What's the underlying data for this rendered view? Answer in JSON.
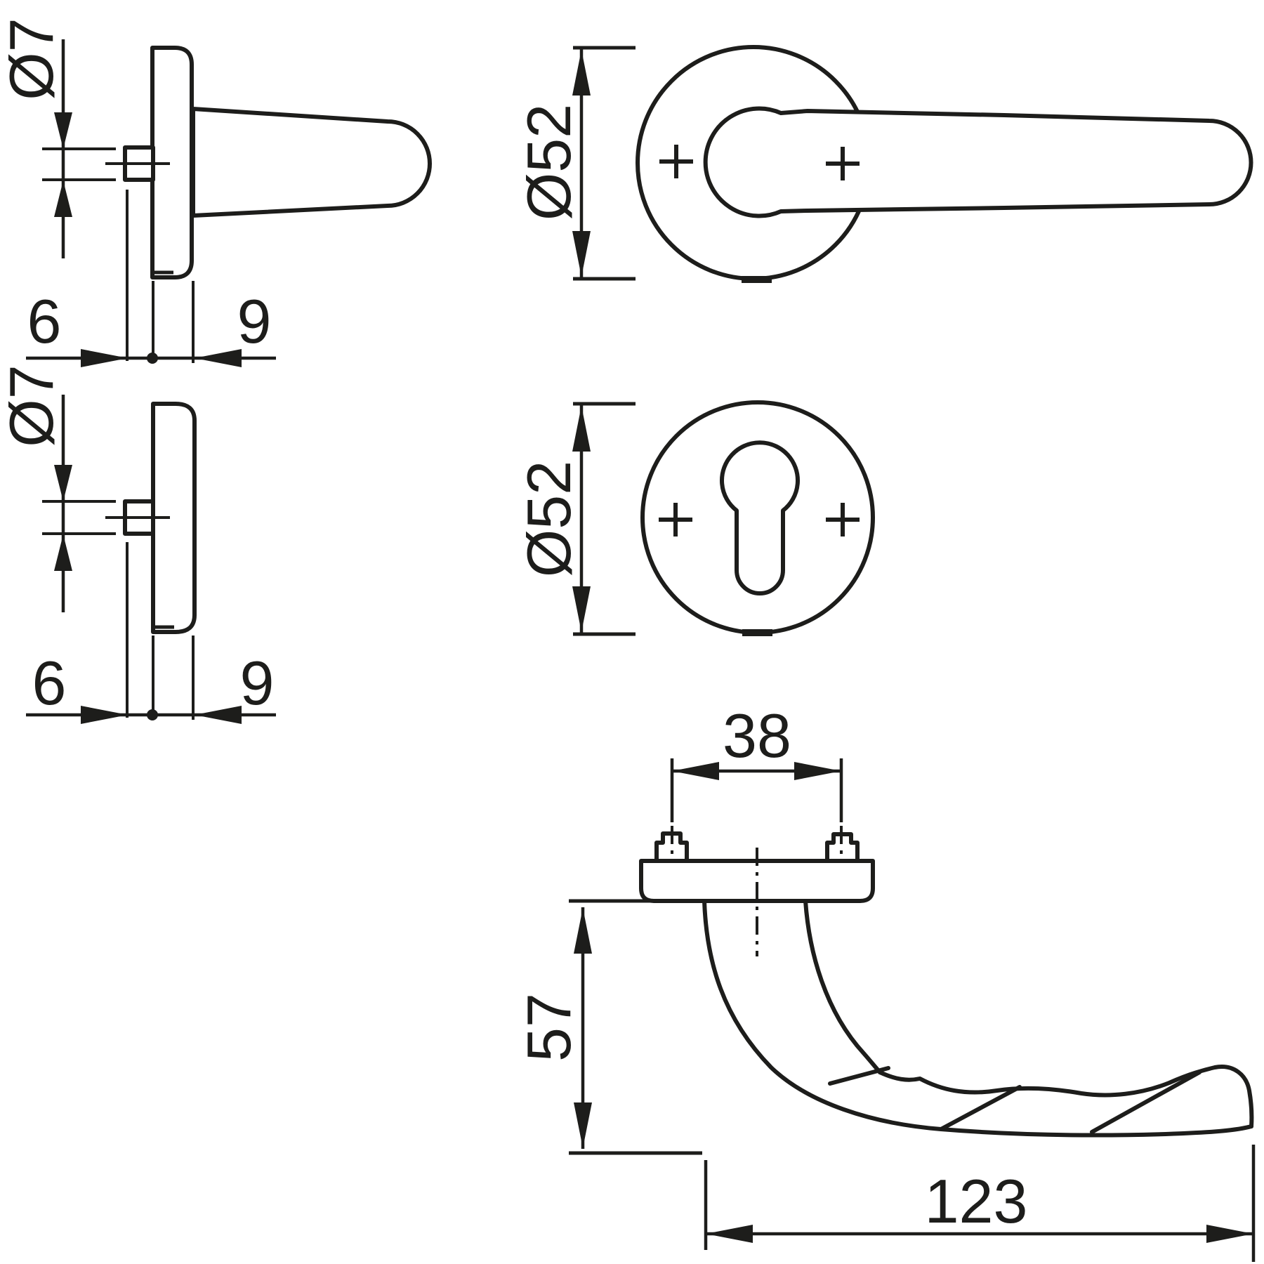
{
  "style": {
    "line_color": "#1d1d1b",
    "background": "#ffffff"
  },
  "views": {
    "lever_rose_side": {
      "spindle_dia": "Ø7",
      "square_inset": "6",
      "rose_depth": "9"
    },
    "escutcheon_side": {
      "spindle_dia": "Ø7",
      "square_inset": "6",
      "rose_depth": "9"
    },
    "lever_front": {
      "rose_dia": "Ø52"
    },
    "escutcheon_front": {
      "rose_dia": "Ø52"
    },
    "lever_top": {
      "screw_distance": "38",
      "projection": "57",
      "length": "123"
    }
  }
}
